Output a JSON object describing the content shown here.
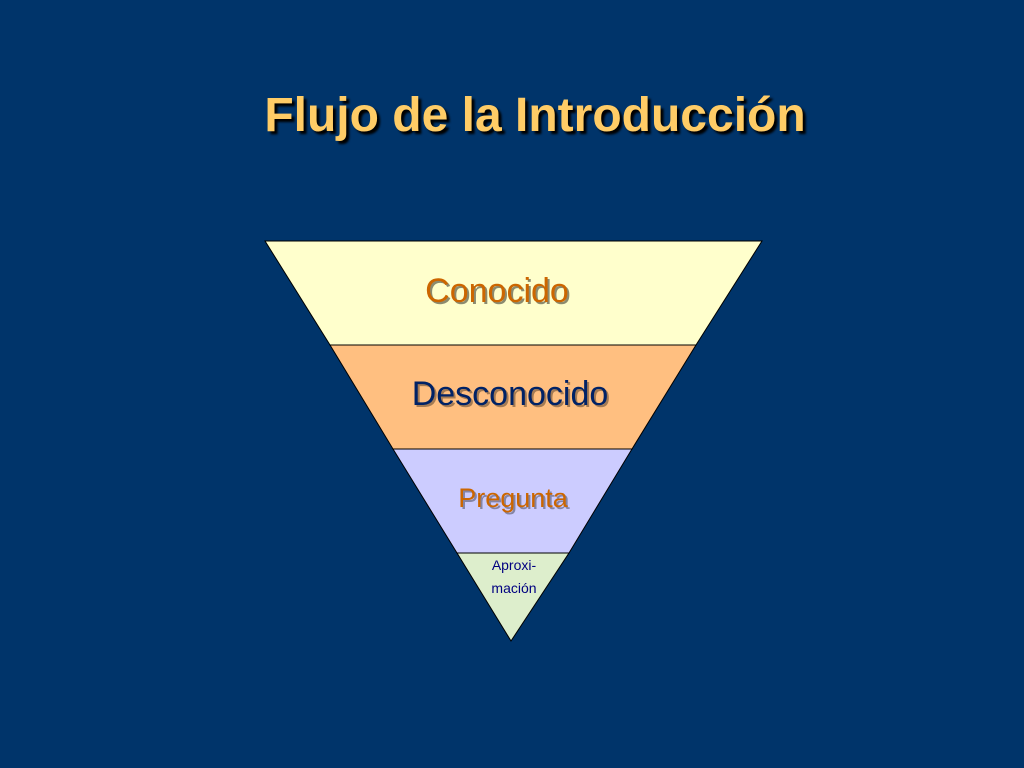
{
  "slide": {
    "title": "Flujo de la Introducción"
  },
  "funnel": {
    "levels": [
      {
        "label": "Conocido",
        "fill": "#FFFFCC",
        "text_color": "#CC6600"
      },
      {
        "label": "Desconocido",
        "fill": "#FFBF80",
        "text_color": "#002266"
      },
      {
        "label": "Pregunta",
        "fill": "#CCCCFF",
        "text_color": "#CC6600"
      },
      {
        "label_lines": [
          "Aproxi-",
          "mación"
        ],
        "fill": "#DDEECC",
        "text_color": "#000080"
      }
    ]
  },
  "colors": {
    "background": "#00346A",
    "title": "#FFCC66",
    "outline": "#000000"
  }
}
